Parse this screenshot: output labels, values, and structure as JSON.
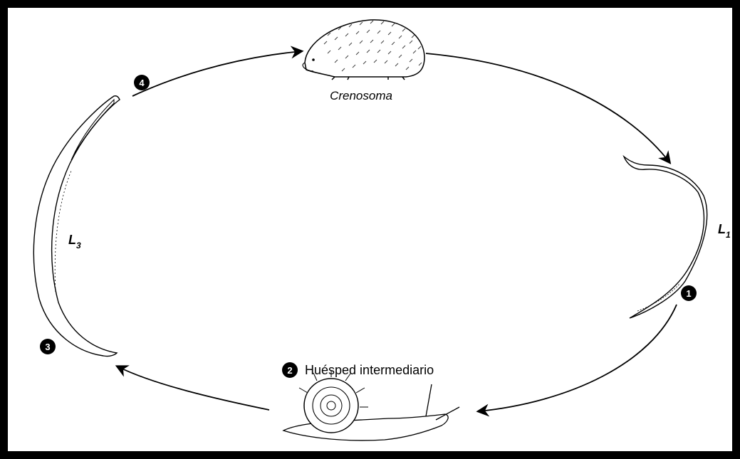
{
  "diagram": {
    "host_label": "Crenosoma",
    "l1_label": "L",
    "l1_sub": "1",
    "l3_label": "L",
    "l3_sub": "3",
    "intermediate_host_label": "Huésped intermediario",
    "steps": [
      "1",
      "2",
      "3",
      "4"
    ],
    "colors": {
      "border": "#000000",
      "background": "#ffffff",
      "ink": "#000000"
    },
    "icons": [
      "hedgehog-icon",
      "larva-l1-icon",
      "snail-icon",
      "larva-l3-icon"
    ]
  }
}
